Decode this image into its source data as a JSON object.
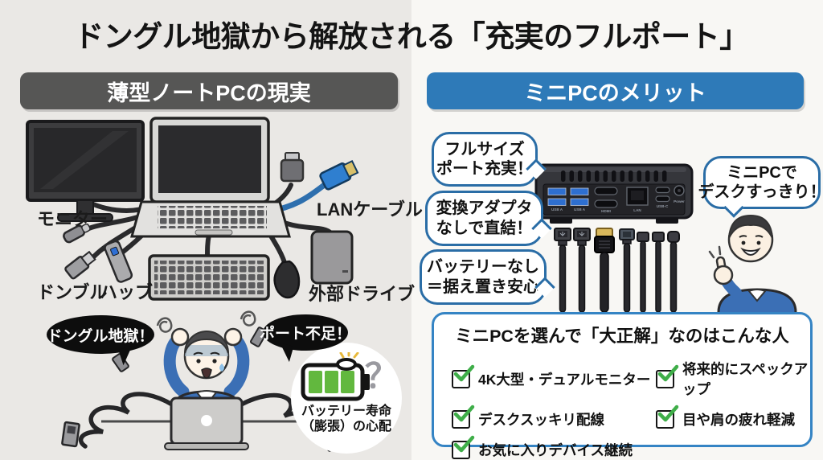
{
  "title": "ドングル地獄から解放される「充実のフルポート」",
  "left_panel": {
    "header": "薄型ノートPCの現実",
    "labels": {
      "monitor": "モニター",
      "dongle": "ドンブル",
      "hub": "ハッブ",
      "lan_cable": "LANケーブル",
      "external_drive": "外部ドライブ"
    },
    "bubbles": {
      "dongle_hell": "ドングル地獄！",
      "port_shortage": "ポート不足！"
    },
    "battery": {
      "question": "？",
      "line1": "バッテリー寿命",
      "line2": "（膨張）の心配"
    }
  },
  "right_panel": {
    "header": "ミニPCのメリット",
    "bubbles": [
      {
        "line1": "フルサイズ",
        "line2": "ポート充実！"
      },
      {
        "line1": "変換アダプタ",
        "line2": "なしで直結！"
      },
      {
        "line1": "バッテリーなし",
        "line2": "＝据え置き安心"
      },
      {
        "line1": "ミニPCで",
        "line2": "デスクすっきり！"
      }
    ],
    "mini_pc": {
      "port_labels": [
        "USB A",
        "USB A",
        "HDMI",
        "LAN",
        "USB-C",
        "Power"
      ]
    },
    "checklist": {
      "title": "ミニPCを選んで「大正解」なのはこんな人",
      "items": [
        "4K大型・デュアルモニター",
        "将来的にスペックアップ",
        "デスクスッキリ配線",
        "目や肩の疲れ軽減",
        "お気に入りデバイス継続"
      ]
    }
  },
  "colors": {
    "accent_blue": "#2e7ab8",
    "header_gray": "#565655",
    "bubble_black": "#0d0d0d",
    "check_green": "#3fae49",
    "battery_green": "#62b83e",
    "sweater_blue": "#3b6fb5"
  }
}
